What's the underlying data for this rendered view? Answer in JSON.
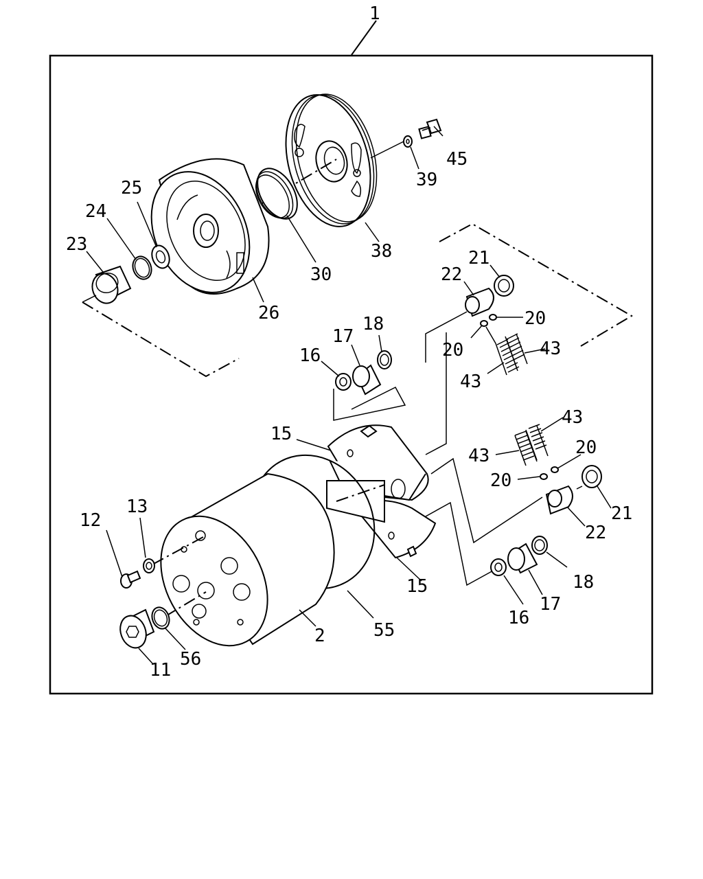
{
  "diagram": {
    "assembly_label": "1",
    "callouts": [
      {
        "id": "c45",
        "text": "45"
      },
      {
        "id": "c39",
        "text": "39"
      },
      {
        "id": "c38",
        "text": "38"
      },
      {
        "id": "c30",
        "text": "30"
      },
      {
        "id": "c26",
        "text": "26"
      },
      {
        "id": "c25",
        "text": "25"
      },
      {
        "id": "c24",
        "text": "24"
      },
      {
        "id": "c23",
        "text": "23"
      },
      {
        "id": "c21a",
        "text": "21"
      },
      {
        "id": "c22a",
        "text": "22"
      },
      {
        "id": "c20a",
        "text": "20"
      },
      {
        "id": "c20b",
        "text": "20"
      },
      {
        "id": "c43a",
        "text": "43"
      },
      {
        "id": "c43b",
        "text": "43"
      },
      {
        "id": "c18a",
        "text": "18"
      },
      {
        "id": "c17a",
        "text": "17"
      },
      {
        "id": "c16a",
        "text": "16"
      },
      {
        "id": "c15a",
        "text": "15"
      },
      {
        "id": "c15b",
        "text": "15"
      },
      {
        "id": "c43c",
        "text": "43"
      },
      {
        "id": "c43d",
        "text": "43"
      },
      {
        "id": "c20c",
        "text": "20"
      },
      {
        "id": "c20d",
        "text": "20"
      },
      {
        "id": "c21b",
        "text": "21"
      },
      {
        "id": "c22b",
        "text": "22"
      },
      {
        "id": "c18b",
        "text": "18"
      },
      {
        "id": "c17b",
        "text": "17"
      },
      {
        "id": "c16b",
        "text": "16"
      },
      {
        "id": "c12",
        "text": "12"
      },
      {
        "id": "c13",
        "text": "13"
      },
      {
        "id": "c11",
        "text": "11"
      },
      {
        "id": "c56",
        "text": "56"
      },
      {
        "id": "c2",
        "text": "2"
      },
      {
        "id": "c55",
        "text": "55"
      }
    ]
  }
}
